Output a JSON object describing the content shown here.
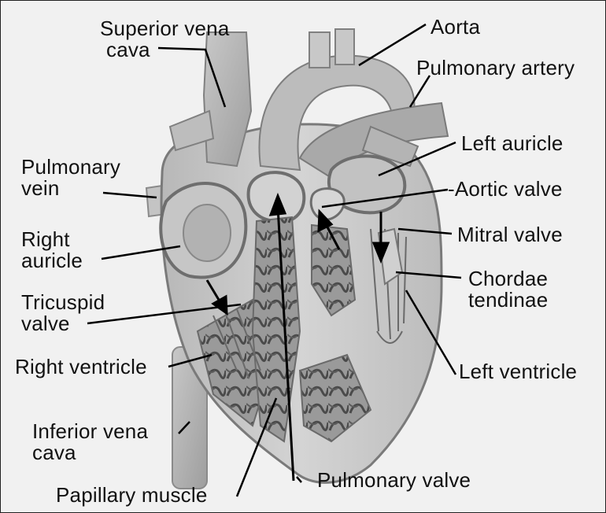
{
  "labels": {
    "superior_vena_cava": [
      "Superior vena",
      "cava"
    ],
    "aorta": "Aorta",
    "pulmonary_artery": "Pulmonary artery",
    "left_auricle": "Left auricle",
    "pulmonary_vein": [
      "Pulmonary",
      "vein"
    ],
    "aortic_valve": "-Aortic valve",
    "right_auricle": [
      "Right",
      "auricle"
    ],
    "mitral_valve": "Mitral valve",
    "tricuspid_valve": [
      "Tricuspid",
      "valve"
    ],
    "chordae_tendinae": [
      "Chordae",
      "tendinae"
    ],
    "right_ventricle": "Right ventricle",
    "left_ventricle": "Left ventricle",
    "inferior_vena_cava": [
      "Inferior vena",
      "cava"
    ],
    "pulmonary_valve": "Pulmonary valve",
    "papillary_muscle": "Papillary muscle"
  }
}
